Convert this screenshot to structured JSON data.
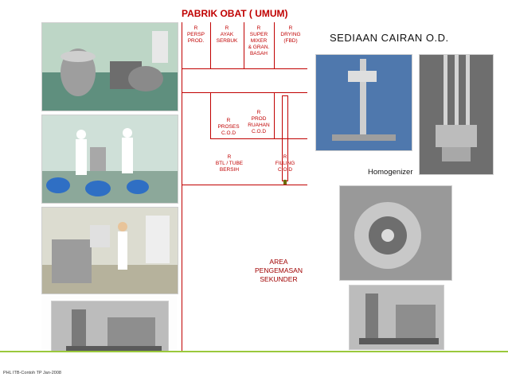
{
  "title": "PABRIK  OBAT ( UMUM)",
  "plan": {
    "rooms": [
      {
        "id": "persp",
        "text": "R\nPERSP\nPROD."
      },
      {
        "id": "ayak",
        "text": "R\nAYAK\nSERBUK"
      },
      {
        "id": "super",
        "text": "R\nSUPER\nMIXER\n& GRAN.\nBASAH"
      },
      {
        "id": "drying",
        "text": "R\nDRYING\n(FBD)"
      },
      {
        "id": "proses",
        "text": "R\nPROSES\nC.O.D"
      },
      {
        "id": "ruahan",
        "text": "R\nPROD\nRUAHAN\nC.O.D"
      },
      {
        "id": "btl",
        "text": "R\nBTL / TUBE\nBERSIH"
      },
      {
        "id": "filling",
        "text": "R\nFILLING\nC.O.D"
      }
    ],
    "area_label": "AREA\nPENGEMASAN\nSEKUNDER"
  },
  "right": {
    "heading": "SEDIAAN  CAIRAN  O.D.",
    "caption": "Homogenizer"
  },
  "footer": "PHL ITB-Contoh TP Jan-2008",
  "colors": {
    "accent": "#c00000",
    "green_line": "#9ac83c"
  }
}
